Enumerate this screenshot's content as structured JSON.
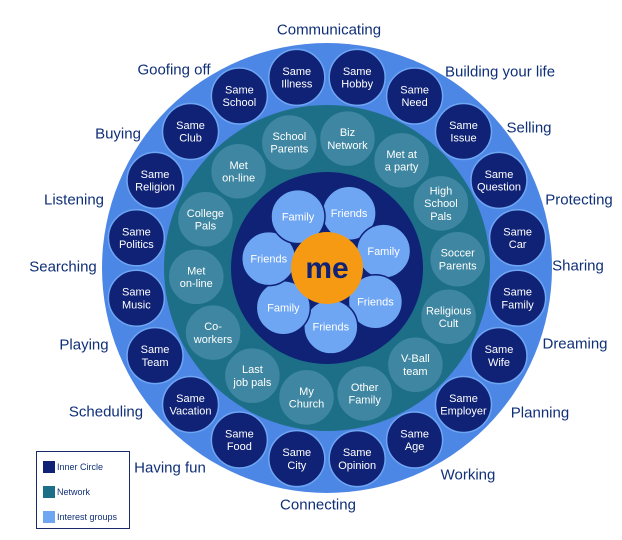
{
  "colors": {
    "outer_ring": "#4d87e6",
    "network_ring": "#1c6f86",
    "inner_circle_dark": "#0f2276",
    "interest_bubble": "#0f2276",
    "network_bubble": "#3e86a1",
    "inner_bubble": "#6fa6f3",
    "center": "#f79a13",
    "label_text": "#0f2f78"
  },
  "center_label": "me",
  "outer_labels": [
    "Communicating",
    "Building your life",
    "Selling",
    "Protecting",
    "Sharing",
    "Dreaming",
    "Planning",
    "Working",
    "Connecting",
    "Having fun",
    "Scheduling",
    "Playing",
    "Searching",
    "Listening",
    "Buying",
    "Goofing off"
  ],
  "interest_groups": [
    [
      "Same",
      "Illness"
    ],
    [
      "Same",
      "Hobby"
    ],
    [
      "Same",
      "Need"
    ],
    [
      "Same",
      "Issue"
    ],
    [
      "Same",
      "Question"
    ],
    [
      "Same",
      "Car"
    ],
    [
      "Same",
      "Family"
    ],
    [
      "Same",
      "Wife"
    ],
    [
      "Same",
      "Employer"
    ],
    [
      "Same",
      "Age"
    ],
    [
      "Same",
      "Opinion"
    ],
    [
      "Same",
      "City"
    ],
    [
      "Same",
      "Food"
    ],
    [
      "Same",
      "Vacation"
    ],
    [
      "Same",
      "Team"
    ],
    [
      "Same",
      "Music"
    ],
    [
      "Same",
      "Politics"
    ],
    [
      "Same",
      "Religion"
    ],
    [
      "Same",
      "Club"
    ],
    [
      "Same",
      "School"
    ]
  ],
  "network": [
    [
      "Biz",
      "Network"
    ],
    [
      "Met at",
      "a party"
    ],
    [
      "High",
      "School",
      "Pals"
    ],
    [
      "Soccer",
      "Parents"
    ],
    [
      "Religious",
      "Cult"
    ],
    [
      "V-Ball",
      "team"
    ],
    [
      "Other",
      "Family"
    ],
    [
      "My",
      "Church"
    ],
    [
      "Last",
      "job pals"
    ],
    [
      "Co-",
      "workers"
    ],
    [
      "Met",
      "on-line"
    ],
    [
      "College",
      "Pals"
    ],
    [
      "Met",
      "on-line"
    ],
    [
      "School",
      "Parents"
    ]
  ],
  "inner_circle": [
    "Friends",
    "Family",
    "Friends",
    "Friends",
    "Family",
    "Friends",
    "Family"
  ],
  "legend": {
    "items": [
      {
        "label": "Inner Circle",
        "color": "#0f2276"
      },
      {
        "label": "Network",
        "color": "#1c6f86"
      },
      {
        "label": "Interest groups",
        "color": "#6fa6f3"
      }
    ]
  }
}
